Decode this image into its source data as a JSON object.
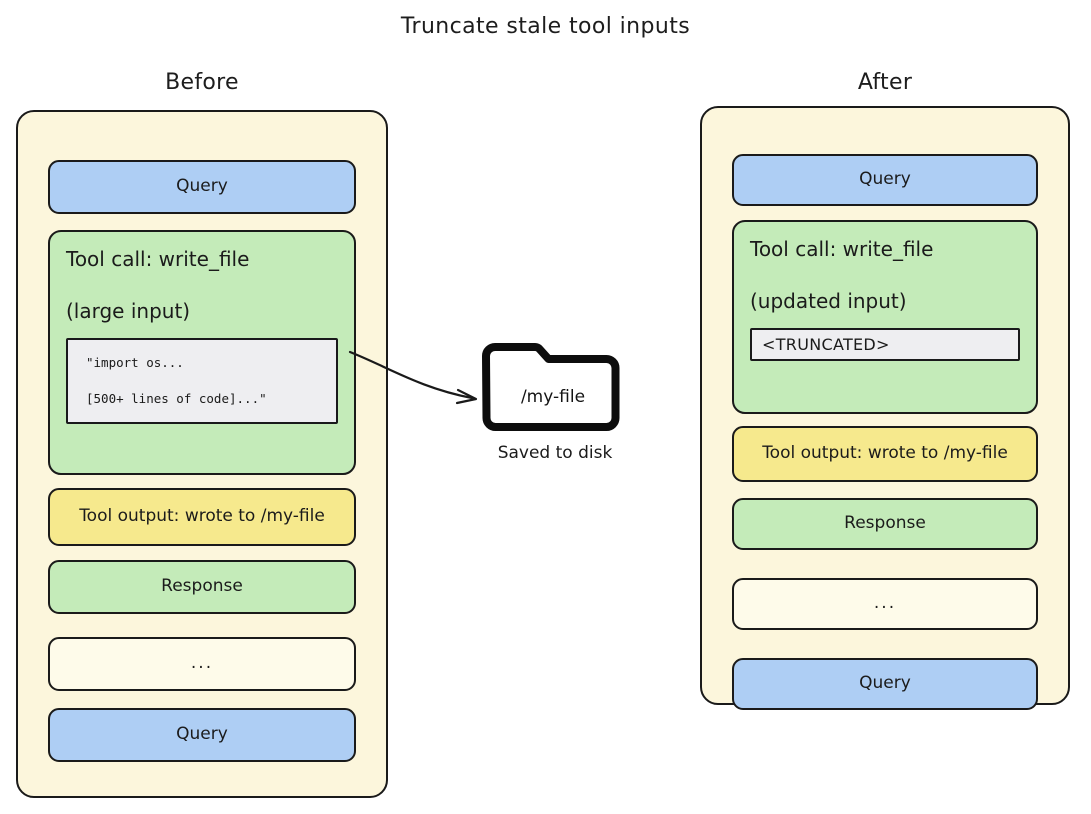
{
  "title": "Truncate stale tool inputs",
  "columns": {
    "before": {
      "heading": "Before",
      "blocks": {
        "query_top": "Query",
        "tool_call_title": "Tool call: write_file",
        "tool_call_subtitle": "(large input)",
        "code_line_1": "\"import os...",
        "code_line_2": "[500+ lines of code]...\"",
        "tool_output": "Tool output: wrote to /my-file",
        "response": "Response",
        "ellipsis": "...",
        "query_bottom": "Query"
      }
    },
    "after": {
      "heading": "After",
      "blocks": {
        "query_top": "Query",
        "tool_call_title": "Tool call: write_file",
        "tool_call_subtitle": "(updated input)",
        "truncated": "<TRUNCATED>",
        "tool_output": "Tool output: wrote to /my-file",
        "response": "Response",
        "ellipsis": "...",
        "query_bottom": "Query"
      }
    }
  },
  "middle": {
    "folder_icon": "folder-icon",
    "folder_label": "/my-file",
    "caption": "Saved to disk",
    "arrow": "curved-arrow-right"
  },
  "colors": {
    "panel_background": "#fcf6dc",
    "query_blue": "#aecef4",
    "tool_green": "#c4ebb9",
    "output_yellow": "#f6e98d",
    "ellipsis_cream": "#fefbea",
    "code_gray": "#eeeef1",
    "stroke": "#1a1a1a"
  }
}
